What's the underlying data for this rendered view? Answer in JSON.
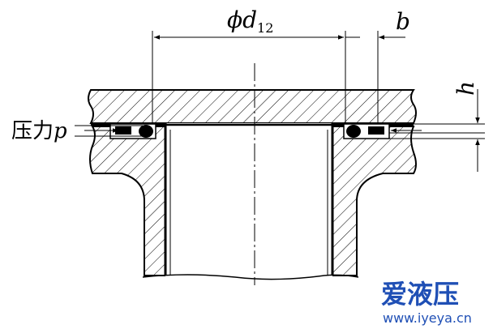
{
  "labels": {
    "phi": "ϕ",
    "d": "d",
    "d_sub": "12",
    "b": "b",
    "h": "h",
    "pressure_cn": "压力",
    "pressure_p": "p"
  },
  "watermark": {
    "logo_text": "爱液压",
    "url": "www.iyeya.cn",
    "colors": {
      "blue": "#1f4fb5",
      "red": "#d6262b"
    }
  },
  "colors": {
    "line": "#000000",
    "background": "#ffffff"
  }
}
